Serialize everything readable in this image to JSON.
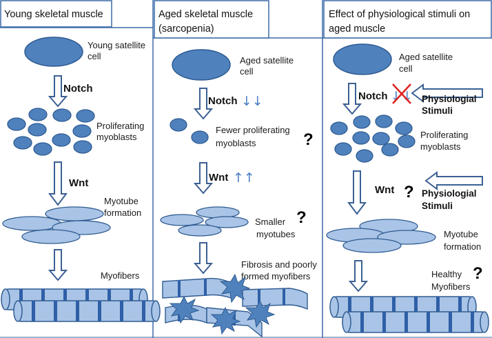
{
  "colors": {
    "panel_border": "#3b6aa5",
    "cell_fill": "#4f81bd",
    "cell_stroke": "#2f5b91",
    "myotube_fill": "#a9c4e6",
    "arrow_stroke": "#3b5f93",
    "stripe": "#2f5fa7",
    "cross": "#e02020"
  },
  "panels": {
    "young": {
      "title": "Young skeletal muscle",
      "cell_label_1": "Young satellite",
      "cell_label_2": "cell",
      "notch": "Notch",
      "prolif_1": "Proliferating",
      "prolif_2": "myoblasts",
      "wnt": "Wnt",
      "tube_1": "Myotube",
      "tube_2": "formation",
      "fiber": "Myofibers"
    },
    "aged": {
      "title_1": "Aged skeletal muscle",
      "title_2": "(sarcopenia)",
      "cell_label_1": "Aged satellite",
      "cell_label_2": "cell",
      "notch": "Notch",
      "notch_trend": "↓↓",
      "prolif_1": "Fewer proliferating",
      "prolif_2": "myoblasts",
      "wnt": "Wnt",
      "wnt_trend": "↑↑",
      "tube_1": "Smaller",
      "tube_2": "myotubes",
      "fiber_1": "Fibrosis and poorly",
      "fiber_2": "formed myofibers",
      "q1": "?",
      "q2": "?"
    },
    "stimuli": {
      "title_1": "Effect of physiological stimuli on",
      "title_2": "aged muscle",
      "cell_label_1": "Aged satellite",
      "cell_label_2": "cell",
      "notch": "Notch",
      "notch_trend": "↓↓",
      "stim_1": "Physiologial",
      "stim_2": "Stimuli",
      "prolif_1": "Proliferating",
      "prolif_2": "myoblasts",
      "wnt": "Wnt",
      "q1": "?",
      "stim2_1": "Physiologial",
      "stim2_2": "Stimuli",
      "tube_1": "Myotube",
      "tube_2": "formation",
      "fiber_1": "Healthy",
      "fiber_2": "Myofibers",
      "q2": "?"
    }
  }
}
